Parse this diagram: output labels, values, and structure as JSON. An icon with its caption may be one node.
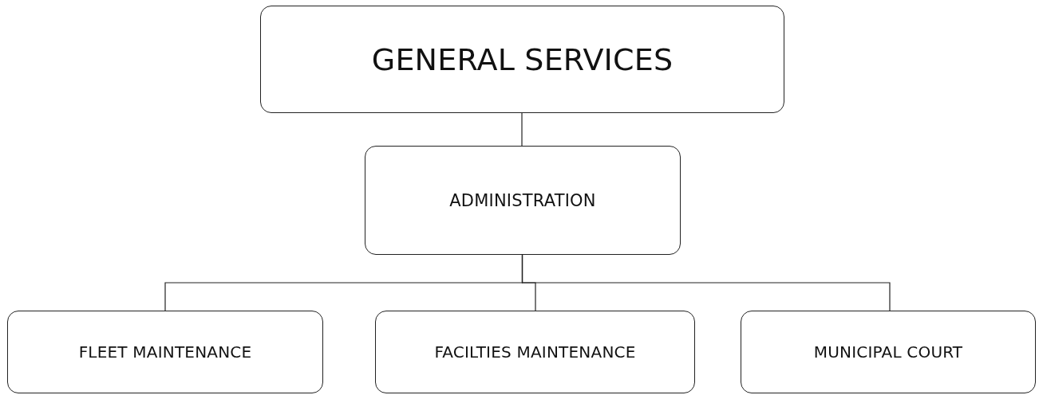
{
  "diagram": {
    "nodes": [
      {
        "text": [
          "GENERAL SERVICES"
        ]
      },
      {
        "text": [
          "ADMINISTRATION"
        ]
      },
      {
        "text": [
          "FLEET MAINTENANCE"
        ]
      },
      {
        "text": [
          "FACILTIES MAINTENANCE"
        ]
      },
      {
        "text": [
          "MUNICIPAL COURT"
        ]
      }
    ],
    "edges": [
      {
        "from": 0,
        "to": 1,
        "arrow": "none"
      },
      {
        "from": 1,
        "to": 2,
        "arrow": "none"
      },
      {
        "from": 1,
        "to": 3,
        "arrow": "none"
      },
      {
        "from": 1,
        "to": 4,
        "arrow": "none"
      }
    ]
  }
}
